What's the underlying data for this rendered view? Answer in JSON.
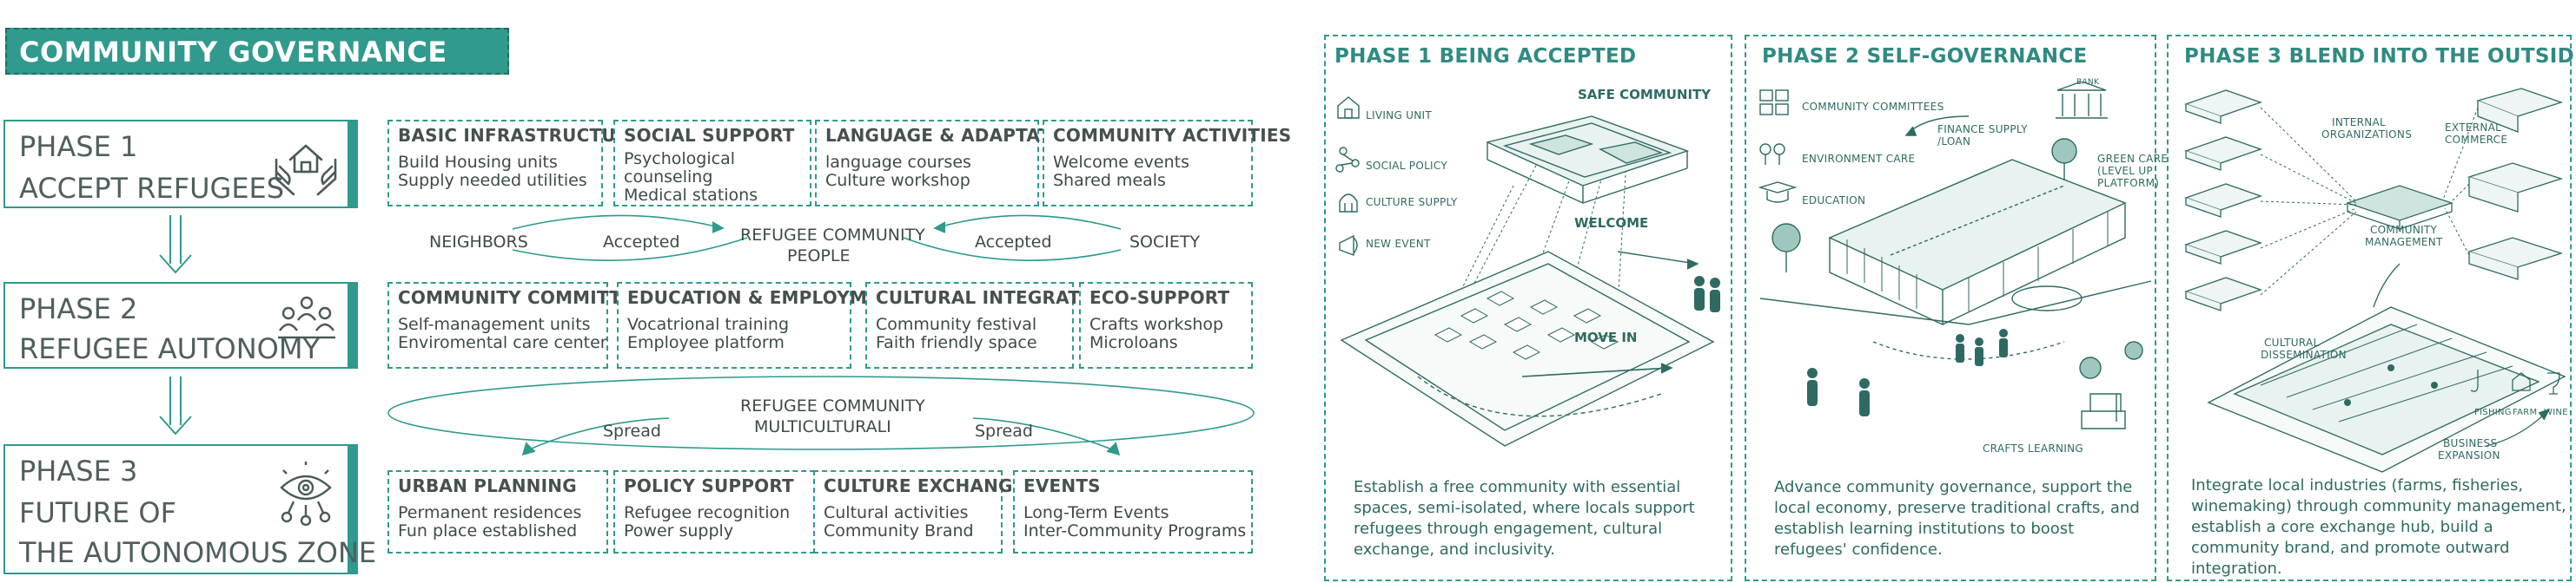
{
  "title": "COMMUNITY GOVERNANCE SYSTEM",
  "phases": [
    {
      "line1": "PHASE 1",
      "line2": "ACCEPT REFUGEES",
      "icon": "hands-house-icon"
    },
    {
      "line1": "PHASE 2",
      "line2": "REFUGEE AUTONOMY",
      "icon": "people-group-icon"
    },
    {
      "line1": "PHASE 3",
      "line2a": "FUTURE OF",
      "line2b": "THE AUTONOMOUS ZONE",
      "icon": "network-eye-icon"
    }
  ],
  "row1": [
    {
      "heading": "BASIC INFRASTRUCTURE",
      "items": [
        "Build Housing units",
        "Supply needed utilities"
      ]
    },
    {
      "heading": "SOCIAL SUPPORT",
      "items": [
        "Psychological",
        "counseling",
        "Medical stations"
      ]
    },
    {
      "heading": "LANGUAGE & ADAPTATION",
      "items": [
        "language courses",
        "Culture workshop"
      ]
    },
    {
      "heading": "COMMUNITY ACTIVITIES",
      "items": [
        "Welcome events",
        "Shared meals"
      ]
    }
  ],
  "flow1": {
    "left": "NEIGHBORS",
    "left_arrow": "Accepted",
    "center1": "REFUGEE COMMUNITY",
    "center2": "PEOPLE",
    "right_arrow": "Accepted",
    "right": "SOCIETY"
  },
  "row2": [
    {
      "heading": "COMMUNITY COMMITTEES",
      "items": [
        "Self-management units",
        "Enviromental care center"
      ]
    },
    {
      "heading": "EDUCATION & EMPLOYMENT",
      "items": [
        "Vocatrional training",
        "Employee platform"
      ]
    },
    {
      "heading": "CULTURAL INTEGRATION",
      "items": [
        "Community festival",
        "Faith friendly space"
      ]
    },
    {
      "heading": "ECO-SUPPORT",
      "items": [
        "Crafts workshop",
        "Microloans"
      ]
    }
  ],
  "flow2": {
    "center1": "REFUGEE COMMUNITY",
    "center2": "MULTICULTURALI",
    "left": "Spread",
    "right": "Spread"
  },
  "row3": [
    {
      "heading": "URBAN PLANNING",
      "items": [
        "Permanent residences",
        "Fun place established"
      ]
    },
    {
      "heading": "POLICY SUPPORT",
      "items": [
        "Refugee recognition",
        "Power supply"
      ]
    },
    {
      "heading": "CULTURE EXCHANGE",
      "items": [
        "Cultural activities",
        "Community Brand"
      ]
    },
    {
      "heading": "EVENTS",
      "items": [
        "Long-Term Events",
        "Inter-Community Programs"
      ]
    }
  ],
  "panel1": {
    "title": "PHASE 1 BEING ACCEPTED",
    "labels": {
      "living_unit": "LIVING UNIT",
      "social_policy": "SOCIAL POLICY",
      "culture_supply": "CULTURE SUPPLY",
      "new_event": "NEW EVENT",
      "safe_community": "SAFE COMMUNITY",
      "welcome": "WELCOME",
      "move_in": "MOVE IN"
    },
    "desc": [
      "Establish a free community with essential",
      "spaces, semi-isolated, where locals support",
      "refugees through engagement, cultural",
      "exchange, and inclusivity."
    ]
  },
  "panel2": {
    "title": "PHASE 2 SELF-GOVERNANCE",
    "labels": {
      "committees": "COMMUNITY COMMITTEES",
      "env_care": "ENVIRONMENT CARE",
      "education": "EDUCATION",
      "finance1": "FINANCE SUPPLY",
      "finance2": "/LOAN",
      "bank": "BANK",
      "green1": "GREEN CARE",
      "green2": "(LEVEL UP",
      "green3": "PLATFORM)",
      "crafts": "CRAFTS LEARNING"
    },
    "desc": [
      "Advance community governance, support the",
      "local economy, preserve traditional crafts, and",
      "establish learning institutions to boost",
      "refugees' confidence."
    ]
  },
  "panel3": {
    "title": "PHASE 3 BLEND INTO THE OUTSIDE",
    "labels": {
      "internal1": "INTERNAL",
      "internal2": "ORGANIZATIONS",
      "external1": "EXTERNAL",
      "external2": "COMMERCE",
      "mgmt1": "COMMUNITY",
      "mgmt2": "MANAGEMENT",
      "cultural1": "CULTURAL",
      "cultural2": "DISSEMINATION",
      "fishing": "FISHING",
      "farm": "FARM",
      "wine": "WINE",
      "biz1": "BUSINESS",
      "biz2": "EXPANSION"
    },
    "desc": [
      "Integrate local industries (farms, fisheries,",
      "winemaking) through community management,",
      "establish a core exchange hub, build a",
      "community brand, and promote outward",
      "integration."
    ]
  },
  "colors": {
    "accent": "#2f9a8d",
    "text": "#3d4a49",
    "panel_text": "#2e6a63"
  }
}
